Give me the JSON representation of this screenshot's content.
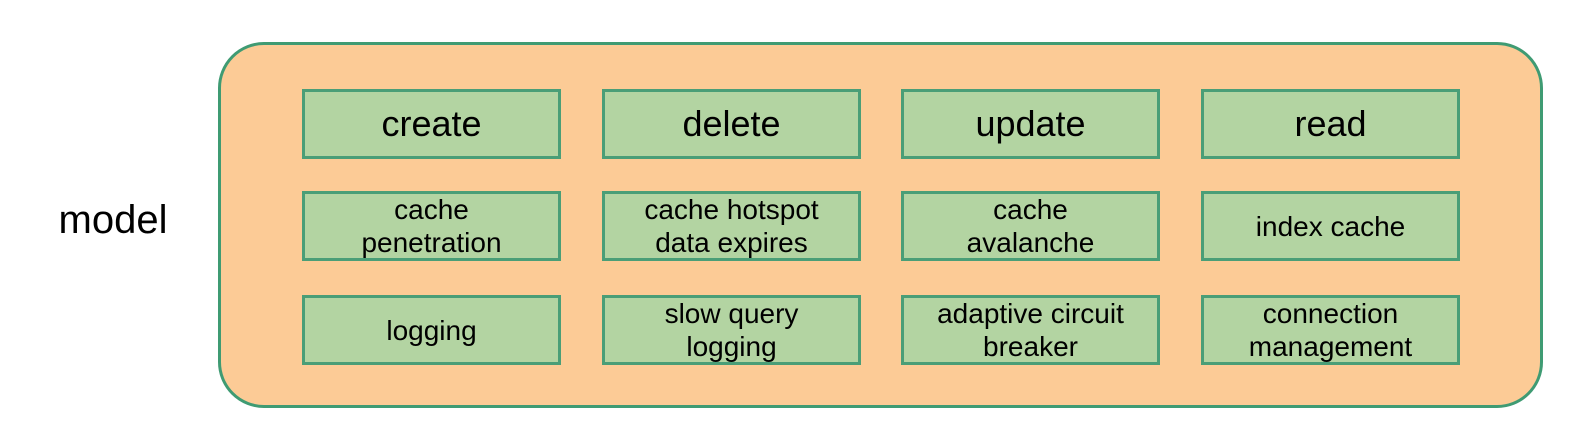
{
  "diagram": {
    "label": "model",
    "container": {
      "fill_color": "#fccb96",
      "border_color": "#3f9b73"
    },
    "node_style": {
      "fill_color": "#b3d4a2",
      "border_color": "#4a9e77",
      "text_color": "#000000"
    },
    "rows": [
      {
        "nodes": [
          {
            "label": "create"
          },
          {
            "label": "delete"
          },
          {
            "label": "update"
          },
          {
            "label": "read"
          }
        ]
      },
      {
        "nodes": [
          {
            "label": "cache\npenetration"
          },
          {
            "label": "cache hotspot\ndata expires"
          },
          {
            "label": "cache\navalanche"
          },
          {
            "label": "index cache"
          }
        ]
      },
      {
        "nodes": [
          {
            "label": "logging"
          },
          {
            "label": "slow query\nlogging"
          },
          {
            "label": "adaptive circuit\nbreaker"
          },
          {
            "label": "connection\nmanagement"
          }
        ]
      }
    ]
  }
}
